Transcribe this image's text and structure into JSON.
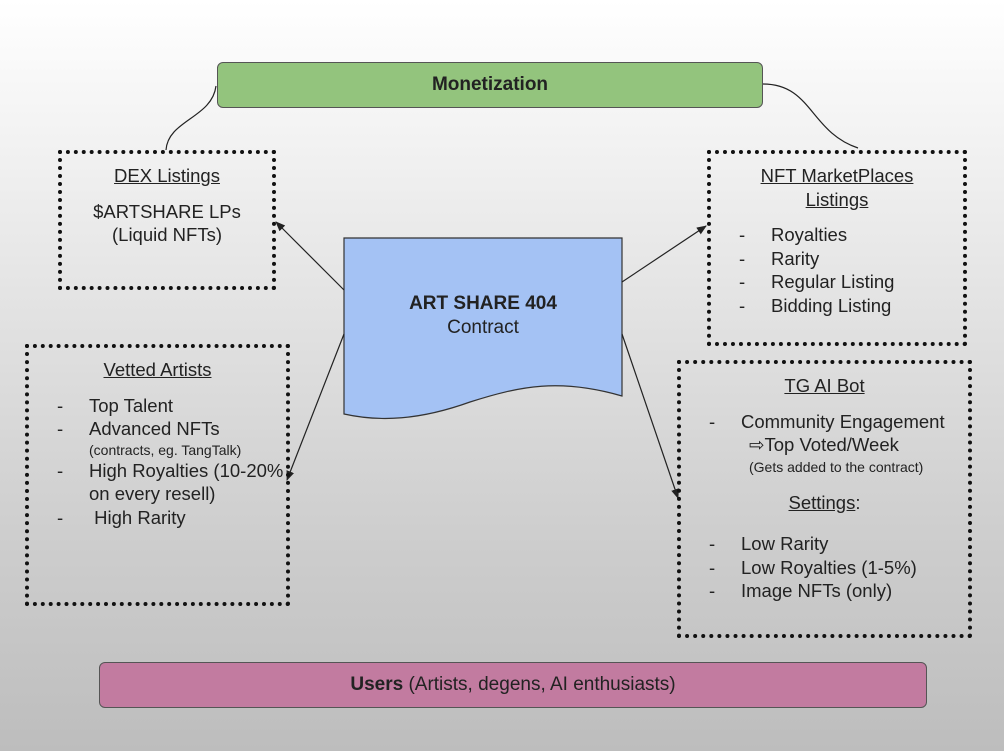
{
  "monetization": {
    "label": "Monetization"
  },
  "users": {
    "label_bold": "Users",
    "label_rest": " (Artists, degens, AI enthusiasts)"
  },
  "contract": {
    "title": "ART SHARE 404",
    "subtitle": "Contract"
  },
  "dex": {
    "title": "DEX Listings",
    "line1": "$ARTSHARE LPs",
    "line2": "(Liquid NFTs)"
  },
  "nft": {
    "title_line1": "NFT MarketPlaces",
    "title_line2": "Listings",
    "items": [
      "Royalties",
      "Rarity",
      "Regular Listing",
      "Bidding Listing"
    ]
  },
  "vetted": {
    "title": "Vetted Artists",
    "items": [
      {
        "text": "Top Talent"
      },
      {
        "text": "Advanced NFTs",
        "note": "(contracts, eg. TangTalk)"
      },
      {
        "text": "High Royalties (10-20% on every resell)"
      },
      {
        "text": " High Rarity"
      }
    ]
  },
  "tg": {
    "title": "TG AI Bot",
    "engagement": "Community Engagement",
    "top_voted": "⇨Top Voted/Week",
    "added_note": "(Gets added to the contract)",
    "settings_label": "Settings",
    "settings_colon": ":",
    "items": [
      "Low Rarity",
      "Low Royalties (1-5%)",
      "Image NFTs (only)"
    ]
  },
  "dash": "-",
  "colors": {
    "monetization_fill": "#93c47d",
    "users_fill": "#c27ba0",
    "contract_fill": "#a4c2f4",
    "connector": "#222222"
  }
}
